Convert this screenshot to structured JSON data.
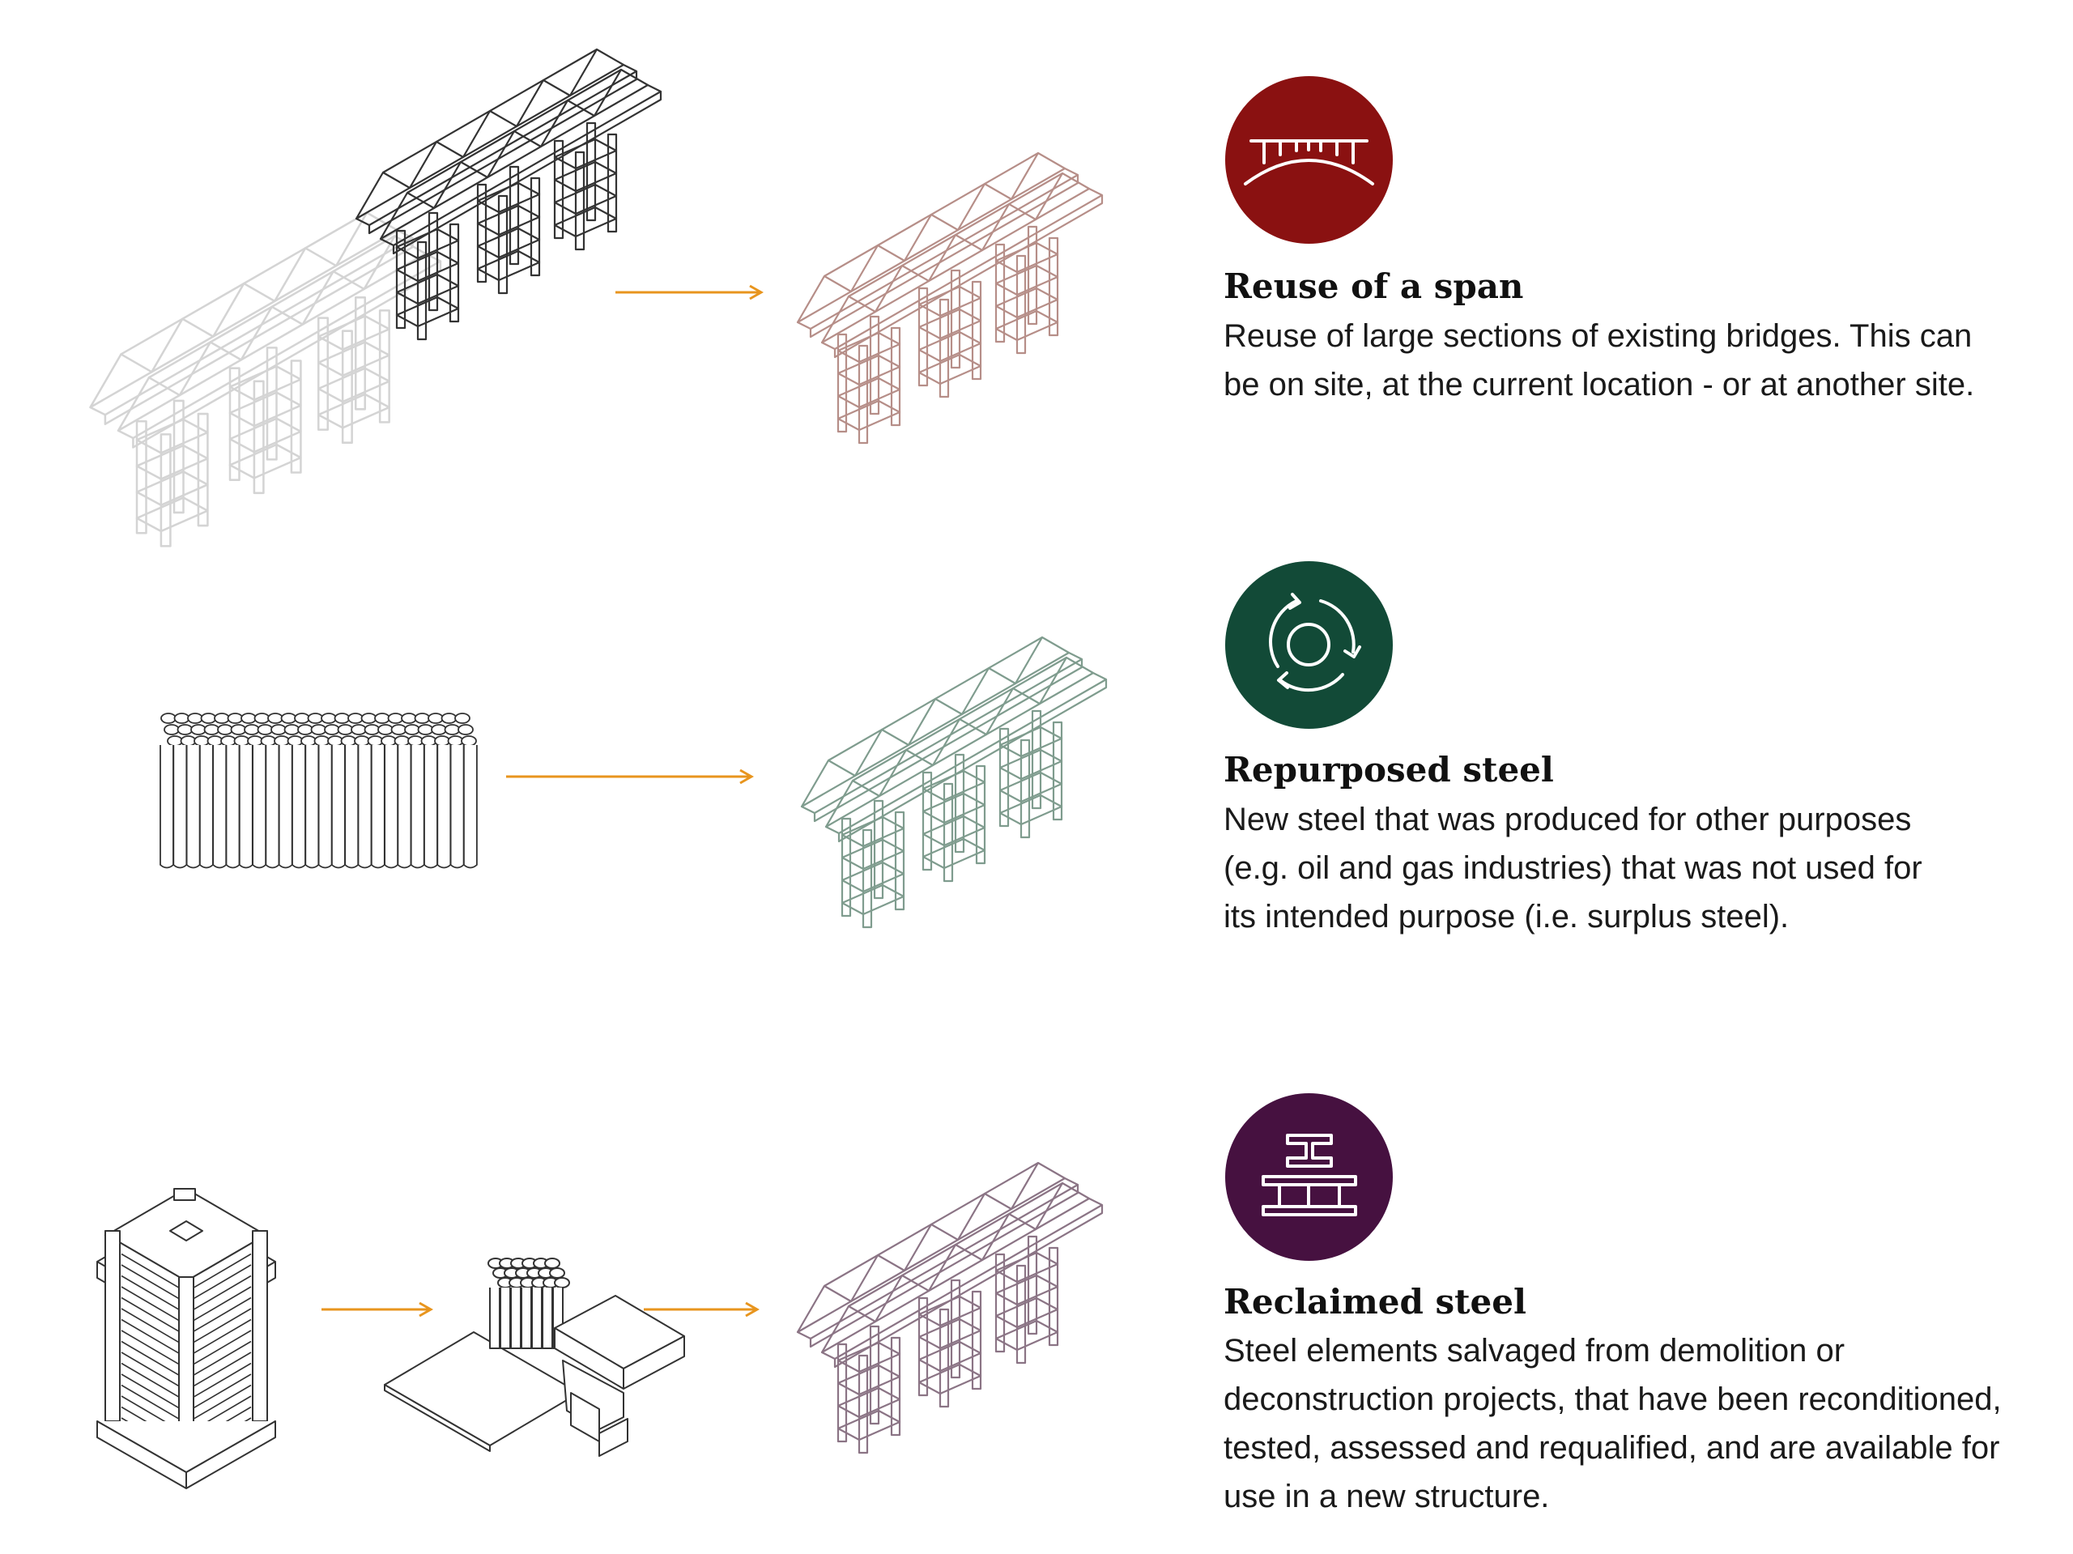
{
  "colors": {
    "arrow": "#e8951e",
    "reuse_badge": "#8a1111",
    "repurposed_badge": "#124a37",
    "reclaimed_badge": "#461140",
    "reuse_bridge": "#b68e88",
    "repurposed_bridge": "#7f9c8e",
    "reclaimed_bridge": "#8b7485",
    "old_bridge_faded": "#d4d4d4",
    "line_dark": "#333333"
  },
  "sections": [
    {
      "icon": "bridge-icon",
      "title": "Reuse of a span",
      "lines": [
        "Reuse of large sections of existing bridges. This can",
        "be on site, at the current location - or at another site."
      ]
    },
    {
      "icon": "recycle-cycle-icon",
      "title": "Repurposed steel",
      "lines": [
        "New steel that was produced for other purposes",
        "(e.g. oil and gas industries) that was not used for",
        "its intended purpose (i.e. surplus steel)."
      ]
    },
    {
      "icon": "steel-beam-icon",
      "title": "Reclaimed steel",
      "lines": [
        "Steel elements salvaged from demolition or",
        "deconstruction projects, that have been reconditioned,",
        "tested, assessed and requalified, and are available for",
        "use in a new structure."
      ]
    }
  ]
}
